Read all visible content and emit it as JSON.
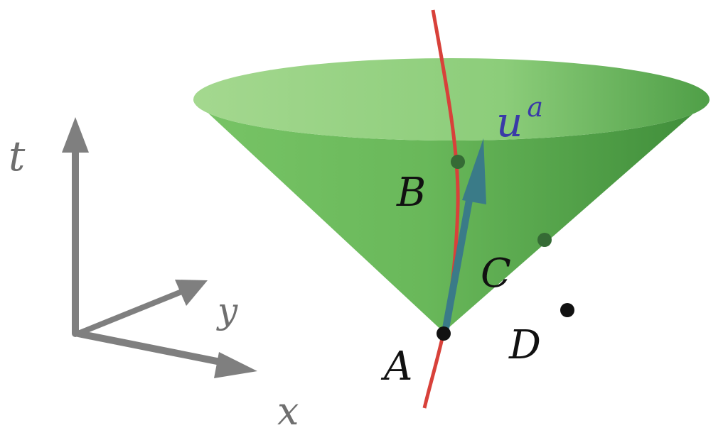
{
  "axes": {
    "t_label": "t",
    "x_label": "x",
    "y_label": "y"
  },
  "vector": {
    "label_base": "u",
    "label_superscript": "a"
  },
  "points": {
    "A": "A",
    "B": "B",
    "C": "C",
    "D": "D"
  },
  "colors": {
    "cone_light": "#a9d98f",
    "cone_mid": "#6fbf5f",
    "cone_dark": "#3f8f3a",
    "worldline": "#d8413a",
    "vector": "#3a7b88",
    "vector_label": "#3a3aa8",
    "axes": "#7f7f7f",
    "axis_labels": "#6f6f6f",
    "text": "#111111"
  }
}
